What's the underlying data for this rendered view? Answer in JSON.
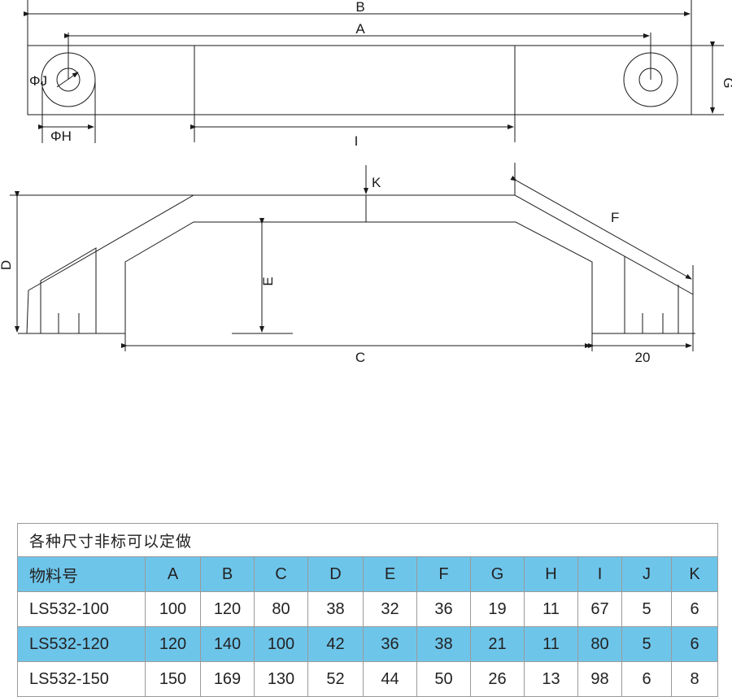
{
  "drawing": {
    "labels": {
      "B": "B",
      "A": "A",
      "G": "G",
      "PhiJ": "ΦJ",
      "PhiH": "ΦH",
      "I": "I",
      "K": "K",
      "F": "F",
      "D": "D",
      "E": "E",
      "C": "C",
      "dim20": "20"
    }
  },
  "table": {
    "note": "各种尺寸非标可以定做",
    "headers": [
      "物料号",
      "A",
      "B",
      "C",
      "D",
      "E",
      "F",
      "G",
      "H",
      "I",
      "J",
      "K"
    ],
    "rows": [
      [
        "LS532-100",
        "100",
        "120",
        "80",
        "38",
        "32",
        "36",
        "19",
        "11",
        "67",
        "5",
        "6"
      ],
      [
        "LS532-120",
        "120",
        "140",
        "100",
        "42",
        "36",
        "38",
        "21",
        "11",
        "80",
        "5",
        "6"
      ],
      [
        "LS532-150",
        "150",
        "169",
        "130",
        "52",
        "44",
        "50",
        "26",
        "13",
        "98",
        "6",
        "8"
      ]
    ],
    "shade_color": "#6ec5ea"
  }
}
